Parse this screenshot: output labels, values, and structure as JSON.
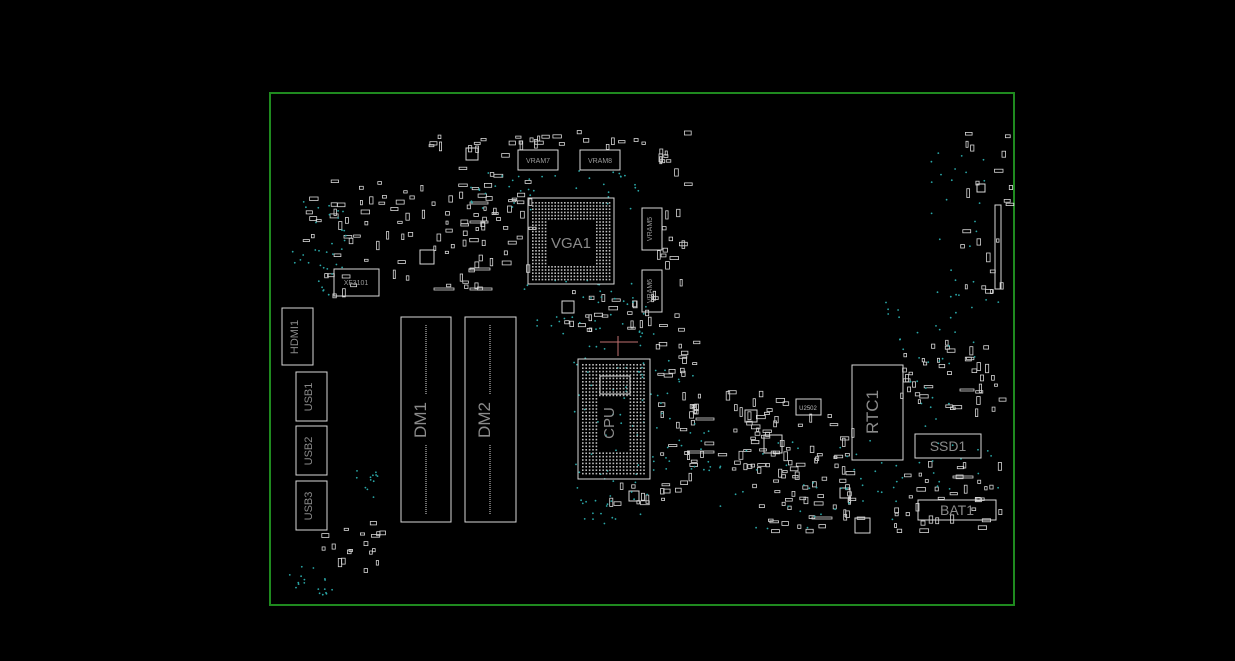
{
  "colors": {
    "background": "#000000",
    "board_outline": "#1f8a1f",
    "silk": "#d8d8d8",
    "label": "#8a8a8a",
    "via": "#2aa7a7",
    "accent": "#c07070"
  },
  "components": {
    "vga": "VGA1",
    "cpu": "CPU",
    "rtc": "RTC1",
    "ssd": "SSD1",
    "bat": "BAT1",
    "dm1": "DM1",
    "dm2": "DM2",
    "hdmi": "HDMI1",
    "usb1": "USB1",
    "usb2": "USB2",
    "usb3": "USB3",
    "xf": "XF3101",
    "vram7": "VRAM7",
    "vram8": "VRAM8",
    "vram5": "VRAM5",
    "vram6": "VRAM6",
    "u2502": "U2502"
  }
}
